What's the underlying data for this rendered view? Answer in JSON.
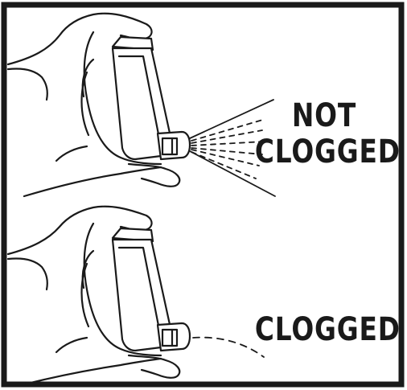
{
  "panels": {
    "top": {
      "label_line1": "NOT",
      "label_line2": "CLOGGED"
    },
    "bottom": {
      "label": "CLOGGED"
    }
  },
  "colors": {
    "ink": "#1a1a1a",
    "background": "#ffffff"
  },
  "icons": [
    "hand-with-inhaler-icon",
    "spray-mist-icon",
    "weak-dribble-icon"
  ]
}
